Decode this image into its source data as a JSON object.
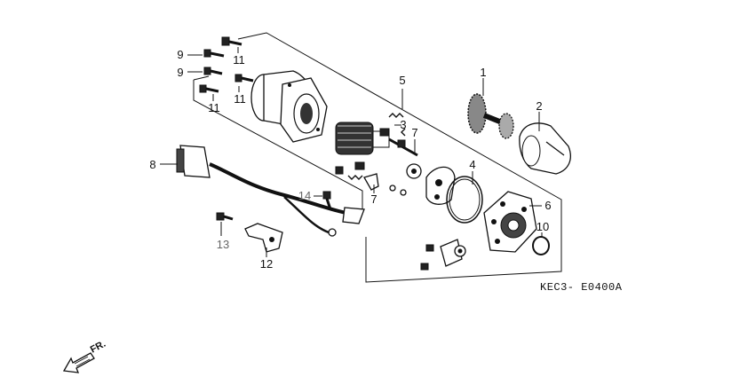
{
  "diagram": {
    "code": "KEC3- E0400A",
    "front_marker": "FR.",
    "callouts": [
      {
        "id": "c1",
        "text": "1"
      },
      {
        "id": "c2",
        "text": "2"
      },
      {
        "id": "c3",
        "text": "3"
      },
      {
        "id": "c4",
        "text": "4"
      },
      {
        "id": "c5",
        "text": "5"
      },
      {
        "id": "c6",
        "text": "6"
      },
      {
        "id": "c7a",
        "text": "7"
      },
      {
        "id": "c7b",
        "text": "7"
      },
      {
        "id": "c8",
        "text": "8"
      },
      {
        "id": "c9a",
        "text": "9"
      },
      {
        "id": "c9b",
        "text": "9"
      },
      {
        "id": "c10",
        "text": "10"
      },
      {
        "id": "c11a",
        "text": "11"
      },
      {
        "id": "c11b",
        "text": "11"
      },
      {
        "id": "c11c",
        "text": "11"
      },
      {
        "id": "c12",
        "text": "12"
      },
      {
        "id": "c13",
        "text": "13"
      },
      {
        "id": "c14",
        "text": "14"
      }
    ]
  }
}
